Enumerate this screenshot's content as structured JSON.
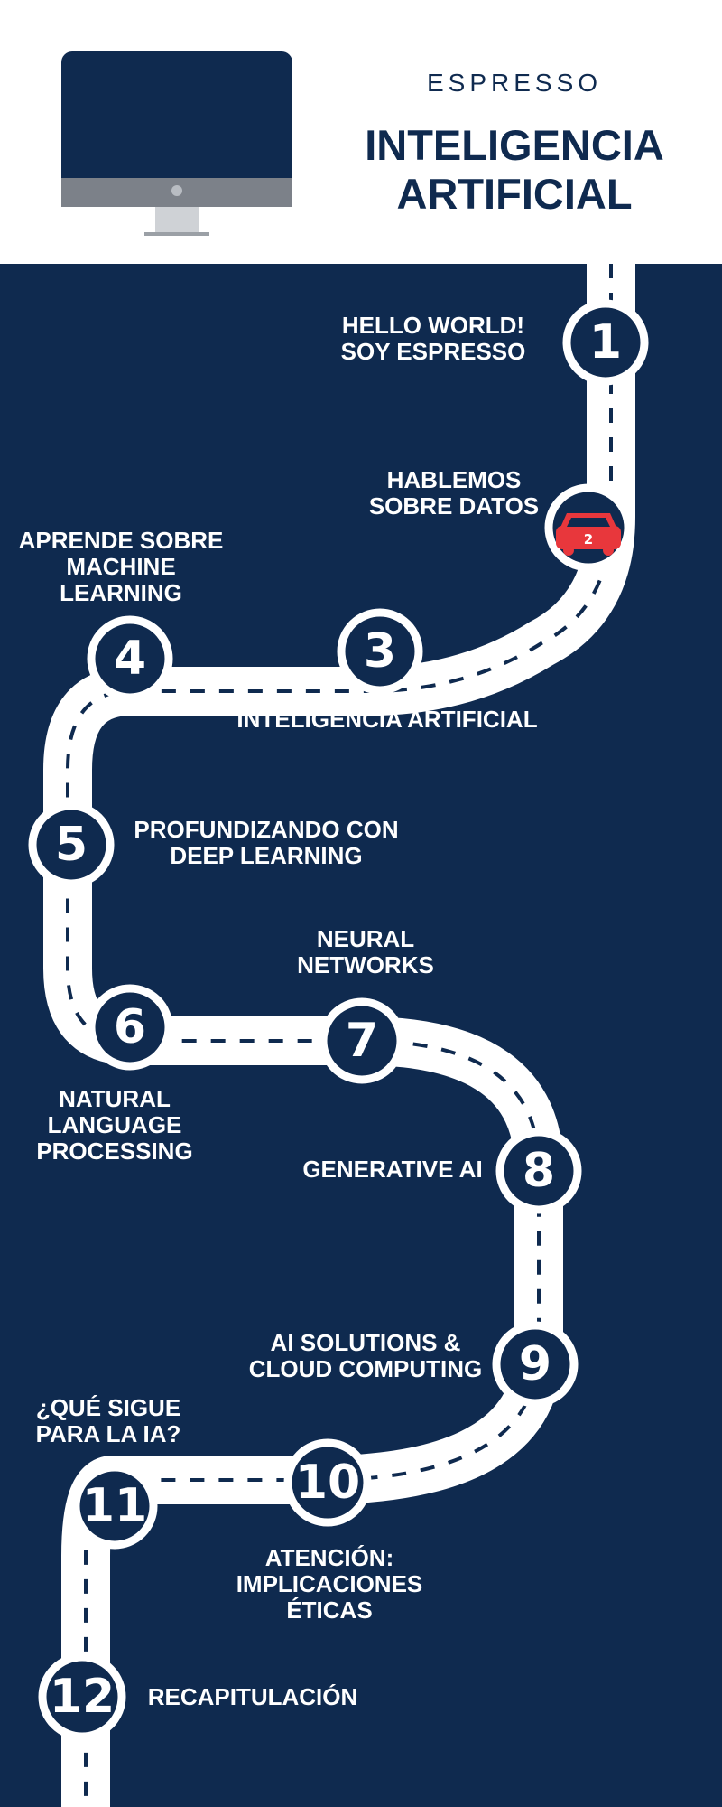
{
  "header": {
    "subtitle": "ESPRESSO",
    "title_line1": "INTELIGENCIA",
    "title_line2": "ARTIFICIAL",
    "icon": "monitor-icon"
  },
  "colors": {
    "navy": "#0f2a4f",
    "road": "#ffffff",
    "car": "#e8373c",
    "monitor_base": "#7c8189"
  },
  "car": {
    "icon": "car-icon",
    "number": "2"
  },
  "milestones": [
    {
      "n": "1",
      "label": [
        "HELLO WORLD!",
        "SOY ESPRESSO"
      ]
    },
    {
      "n": "2",
      "label": [
        "HABLEMOS",
        "SOBRE DATOS"
      ]
    },
    {
      "n": "3",
      "label": [
        "INTELIGENCIA ARTIFICIAL"
      ]
    },
    {
      "n": "4",
      "label": [
        "APRENDE SOBRE",
        "MACHINE",
        "LEARNING"
      ]
    },
    {
      "n": "5",
      "label": [
        "PROFUNDIZANDO CON",
        "DEEP LEARNING"
      ]
    },
    {
      "n": "6",
      "label": [
        "NATURAL",
        "LANGUAGE",
        "PROCESSING"
      ]
    },
    {
      "n": "7",
      "label": [
        "NEURAL",
        "NETWORKS"
      ]
    },
    {
      "n": "8",
      "label": [
        "GENERATIVE AI"
      ]
    },
    {
      "n": "9",
      "label": [
        "AI SOLUTIONS &",
        "CLOUD COMPUTING"
      ]
    },
    {
      "n": "10",
      "label": [
        "ATENCIÓN:",
        "IMPLICACIONES",
        "ÉTICAS"
      ]
    },
    {
      "n": "11",
      "label": [
        "¿QUÉ SIGUE",
        "PARA LA IA?"
      ]
    },
    {
      "n": "12",
      "label": [
        "RECAPITULACIÓN"
      ]
    }
  ]
}
